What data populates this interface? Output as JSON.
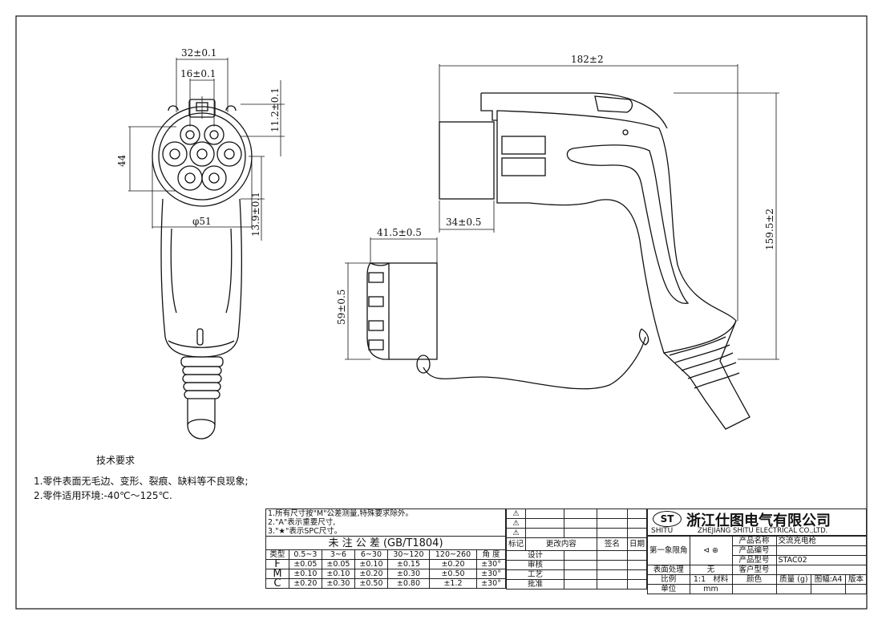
{
  "drawing": {
    "front_view": {
      "dim_pin_spacing_outer": "32±0.1",
      "dim_pin_spacing_inner": "16±0.1",
      "dim_top_offset": "11.2±0.1",
      "dim_height": "44",
      "dim_bottom_offset": "13.9±0.1",
      "dim_diameter": "φ51"
    },
    "side_view": {
      "dim_length": "182±2",
      "dim_height": "159.5±2",
      "dim_nose": "34±0.5"
    },
    "cap_view": {
      "dim_width": "41.5±0.5",
      "dim_height": "59±0.5"
    }
  },
  "notes": {
    "title": "技术要求",
    "items": [
      "1.零件表面无毛边、变形、裂痕、缺料等不良现象;",
      "2.零件适用环境:-40℃～125℃."
    ]
  },
  "title_block": {
    "tol_notes": [
      "1.所有尺寸按\"M\"公差测量,特殊要求除外。",
      "2.\"A\"表示重要尺寸,",
      "3.\"★\"表示SPC尺寸。"
    ],
    "tol_title": "未 注 公 差 (GB/T1804)",
    "tol_header": [
      "类型",
      "0.5~3",
      "3~6",
      "6~30",
      "30~120",
      "120~260",
      "角 度"
    ],
    "tol_rows": [
      [
        "F",
        "±0.05",
        "±0.05",
        "±0.10",
        "±0.15",
        "±0.20",
        "±30°"
      ],
      [
        "M",
        "±0.10",
        "±0.10",
        "±0.20",
        "±0.30",
        "±0.50",
        "±30°"
      ],
      [
        "C",
        "±0.20",
        "±0.30",
        "±0.50",
        "±0.80",
        "±1.2",
        "±30°"
      ]
    ],
    "rev_header": [
      "标记",
      "更改内容",
      "签名",
      "日期"
    ],
    "approval": [
      "设计",
      "审核",
      "工艺",
      "批准"
    ],
    "company_cn": "浙江仕图电气有限公司",
    "company_en": "ZHEJIANG SHITU ELECTRICAL CO.,LTD.",
    "brand": "SHITU",
    "projection_label": "第一象限角",
    "product_name_label": "产品名称",
    "product_name": "交流充电枪",
    "product_no_label": "产品编号",
    "product_model_label": "产品型号",
    "product_model": "STAC02",
    "customer_model_label": "客户型号",
    "surface_label": "表面处理",
    "surface_value": "无",
    "scale_label": "比例",
    "scale_value": "1:1",
    "material_label": "材料",
    "color_label": "颜色",
    "mass_label": "质量 (g)",
    "sheet_label": "图幅:A4",
    "version_label": "版本",
    "unit_label": "单位",
    "unit_value": "mm"
  }
}
